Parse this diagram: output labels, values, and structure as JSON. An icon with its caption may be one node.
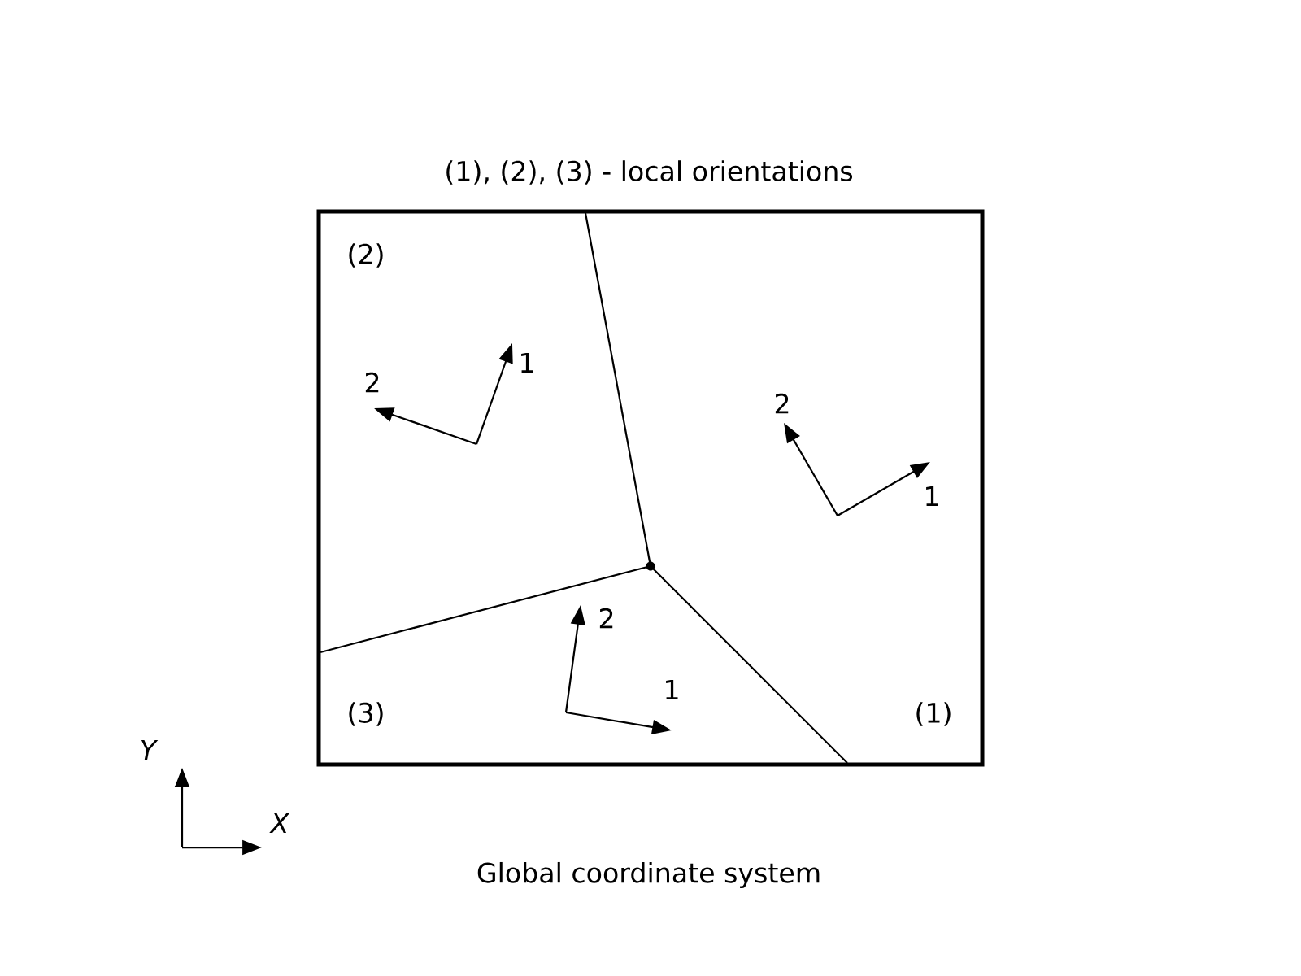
{
  "diagram": {
    "title": "(1), (2), (3) - local orientations",
    "caption": "Global coordinate system",
    "labels": [
      "(2)",
      "1",
      "2",
      "2",
      "1",
      "2",
      "1",
      "(3)",
      "(1)",
      "Y",
      "X"
    ]
  }
}
